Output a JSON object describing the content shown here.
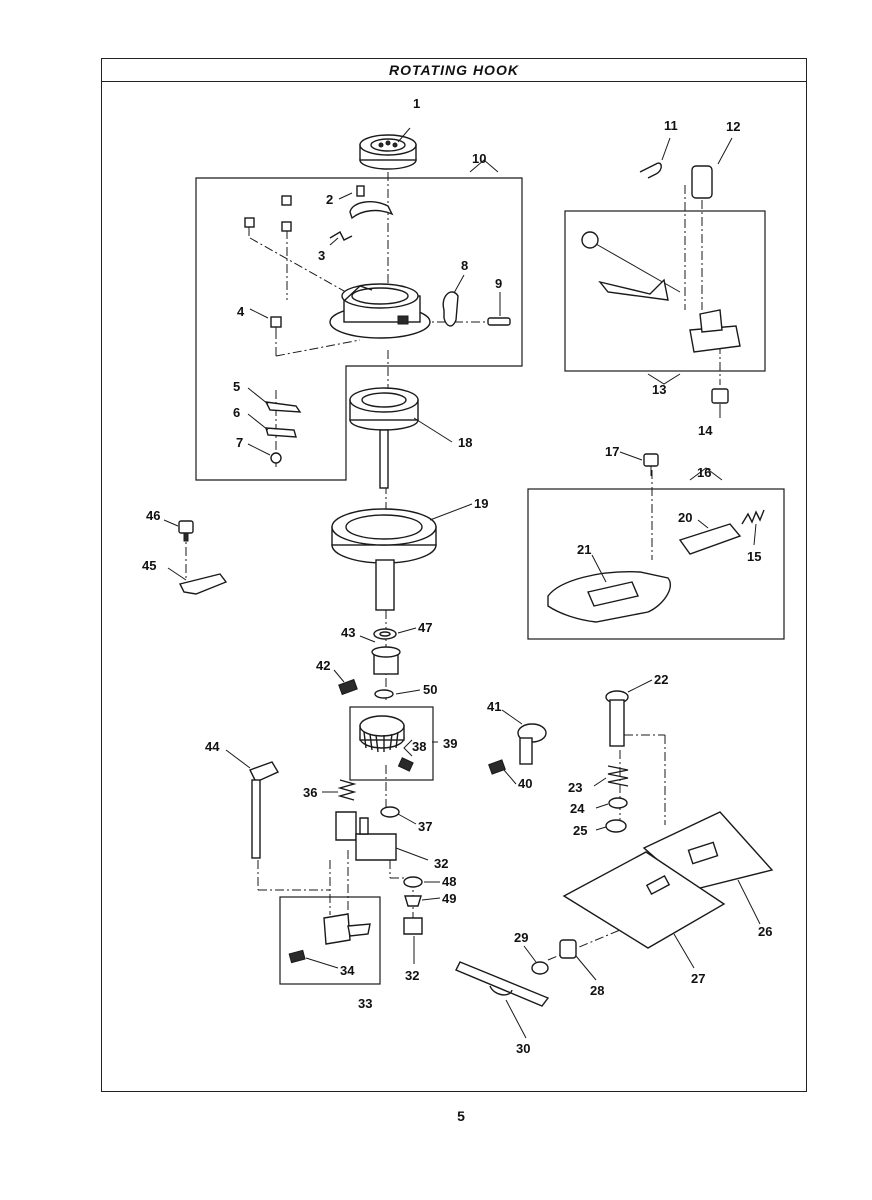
{
  "header": {
    "title": "ROTATING HOOK"
  },
  "footer": {
    "page_number": "5"
  },
  "part_labels": [
    "1",
    "2",
    "3",
    "4",
    "5",
    "6",
    "7",
    "8",
    "9",
    "10",
    "11",
    "12",
    "13",
    "14",
    "15",
    "16",
    "17",
    "18",
    "19",
    "20",
    "21",
    "22",
    "23",
    "24",
    "25",
    "26",
    "27",
    "28",
    "29",
    "30",
    "32",
    "32",
    "33",
    "34",
    "36",
    "37",
    "38",
    "39",
    "40",
    "41",
    "42",
    "43",
    "44",
    "45",
    "46",
    "47",
    "48",
    "49",
    "50"
  ]
}
